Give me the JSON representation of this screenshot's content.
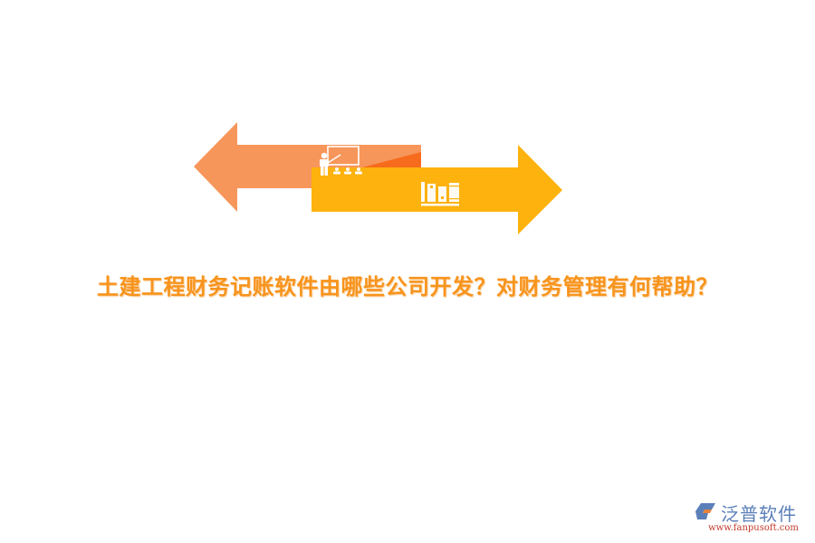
{
  "graphic": {
    "left_arrow_color": "#f7965a",
    "left_arrow_accent": "#f76b1c",
    "right_arrow_color": "#fdb20d",
    "icon_color": "#ffffff",
    "icons": [
      "teacher-presentation-icon",
      "bookshelf-icon"
    ]
  },
  "title": {
    "text": "土建工程财务记账软件由哪些公司开发？对财务管理有何帮助？",
    "color": "#f7941d"
  },
  "logo": {
    "name": "泛普软件",
    "url": "www.fanpusoft.com",
    "name_color": "#5b7fb8",
    "url_color": "#c0392b"
  }
}
